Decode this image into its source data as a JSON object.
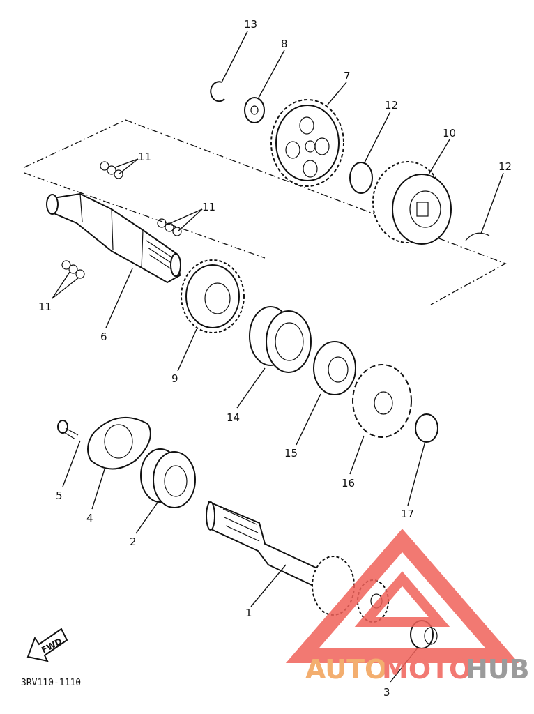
{
  "diagram": {
    "code": "3RV110-1110",
    "fwd": "FWD",
    "callouts": [
      {
        "id": "c1",
        "text": "1"
      },
      {
        "id": "c2",
        "text": "2"
      },
      {
        "id": "c3",
        "text": "3"
      },
      {
        "id": "c4",
        "text": "4"
      },
      {
        "id": "c5",
        "text": "5"
      },
      {
        "id": "c6",
        "text": "6"
      },
      {
        "id": "c7",
        "text": "7"
      },
      {
        "id": "c8",
        "text": "8"
      },
      {
        "id": "c9",
        "text": "9"
      },
      {
        "id": "c10",
        "text": "10"
      },
      {
        "id": "c11a",
        "text": "11"
      },
      {
        "id": "c11b",
        "text": "11"
      },
      {
        "id": "c11c",
        "text": "11"
      },
      {
        "id": "c12a",
        "text": "12"
      },
      {
        "id": "c12b",
        "text": "12"
      },
      {
        "id": "c13",
        "text": "13"
      },
      {
        "id": "c14",
        "text": "14"
      },
      {
        "id": "c15",
        "text": "15"
      },
      {
        "id": "c16",
        "text": "16"
      },
      {
        "id": "c17",
        "text": "17"
      }
    ]
  },
  "watermark": {
    "part1": "AUTO",
    "part2": "MOTO",
    "part3": "HUB",
    "color_orange": "#f2a057",
    "color_red": "#f0625a",
    "color_gray": "#8a8a8a"
  }
}
